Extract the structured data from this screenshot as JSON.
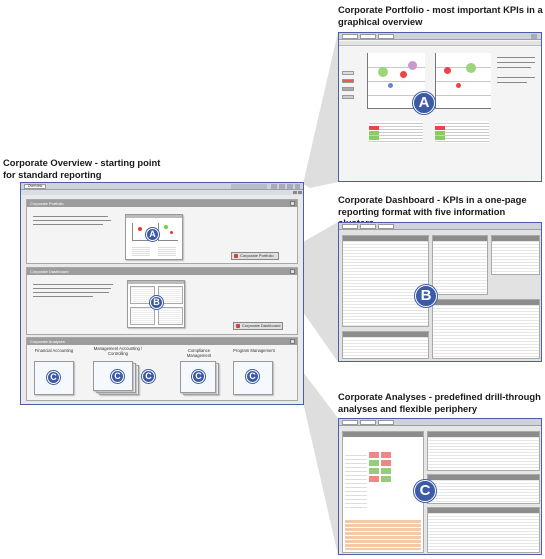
{
  "captions": {
    "overview": "Corporate Overview - starting point for standard reporting",
    "portfolio": "Corporate Portfolio - most important KPIs in a graphical overview",
    "dashboard": "Corporate Dashboard - KPIs in a one-page reporting format with five information clusters",
    "analyses": "Corporate Analyses - predefined drill-through analyses and flexible periphery"
  },
  "overview": {
    "tab_label": "Overview",
    "panels": [
      {
        "title": "Corporate Portfolio",
        "button": "Corporate Portfolio",
        "badge": "A"
      },
      {
        "title": "Corporate Dashboard",
        "button": "Corporate Dashboard",
        "badge": "B"
      },
      {
        "title": "Corporate Analyses",
        "badge": "C"
      }
    ],
    "analyses_items": [
      {
        "label": "Financial Accounting",
        "badge": "C"
      },
      {
        "label": "Management Accounting / Controlling",
        "badge": "C"
      },
      {
        "label": "Compliance Management",
        "badge": "C"
      },
      {
        "label": "Program Management",
        "badge": "C"
      }
    ]
  },
  "badges": {
    "portfolio": "A",
    "dashboard": "B",
    "analyses": "C"
  },
  "colors": {
    "frame_border": "#4a5fa8",
    "badge": "#3c5aa6",
    "wedge": "#dcdcdc"
  }
}
